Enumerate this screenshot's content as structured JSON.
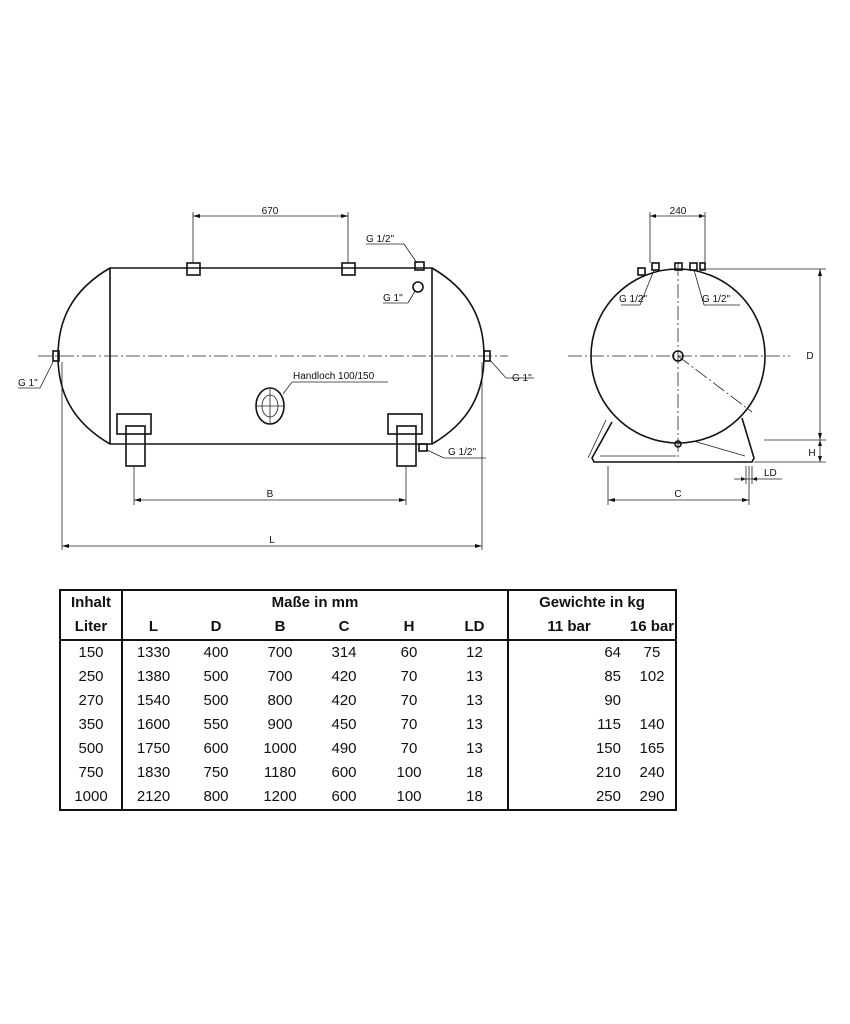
{
  "drawing": {
    "side_view": {
      "dim_670": "670",
      "dim_B": "B",
      "dim_L": "L",
      "label_g12_top": "G 1/2\"",
      "label_g1_top": "G 1\"",
      "label_g1_left": "G 1\"",
      "label_g1_right": "G 1\"",
      "label_g12_bottom": "G 1/2\"",
      "label_handloch": "Handloch 100/150"
    },
    "end_view": {
      "dim_240": "240",
      "dim_D": "D",
      "dim_H": "H",
      "dim_C": "C",
      "dim_LD": "LD",
      "label_g12_left": "G 1/2\"",
      "label_g12_right": "G 1/2\""
    }
  },
  "table": {
    "header_inhalt": "Inhalt",
    "header_liter": "Liter",
    "header_masse": "Maße in mm",
    "header_gewichte": "Gewichte in kg",
    "columns": [
      "L",
      "D",
      "B",
      "C",
      "H",
      "LD"
    ],
    "pressure_columns": [
      "11 bar",
      "16 bar"
    ],
    "rows": [
      {
        "liter": "150",
        "L": "1330",
        "D": "400",
        "B": "700",
        "C": "314",
        "H": "60",
        "LD": "12",
        "w11": "64",
        "w16": "75"
      },
      {
        "liter": "250",
        "L": "1380",
        "D": "500",
        "B": "700",
        "C": "420",
        "H": "70",
        "LD": "13",
        "w11": "85",
        "w16": "102"
      },
      {
        "liter": "270",
        "L": "1540",
        "D": "500",
        "B": "800",
        "C": "420",
        "H": "70",
        "LD": "13",
        "w11": "90",
        "w16": ""
      },
      {
        "liter": "350",
        "L": "1600",
        "D": "550",
        "B": "900",
        "C": "450",
        "H": "70",
        "LD": "13",
        "w11": "115",
        "w16": "140"
      },
      {
        "liter": "500",
        "L": "1750",
        "D": "600",
        "B": "1000",
        "C": "490",
        "H": "70",
        "LD": "13",
        "w11": "150",
        "w16": "165"
      },
      {
        "liter": "750",
        "L": "1830",
        "D": "750",
        "B": "1180",
        "C": "600",
        "H": "100",
        "LD": "18",
        "w11": "210",
        "w16": "240"
      },
      {
        "liter": "1000",
        "L": "2120",
        "D": "800",
        "B": "1200",
        "C": "600",
        "H": "100",
        "LD": "18",
        "w11": "250",
        "w16": "290"
      }
    ]
  }
}
